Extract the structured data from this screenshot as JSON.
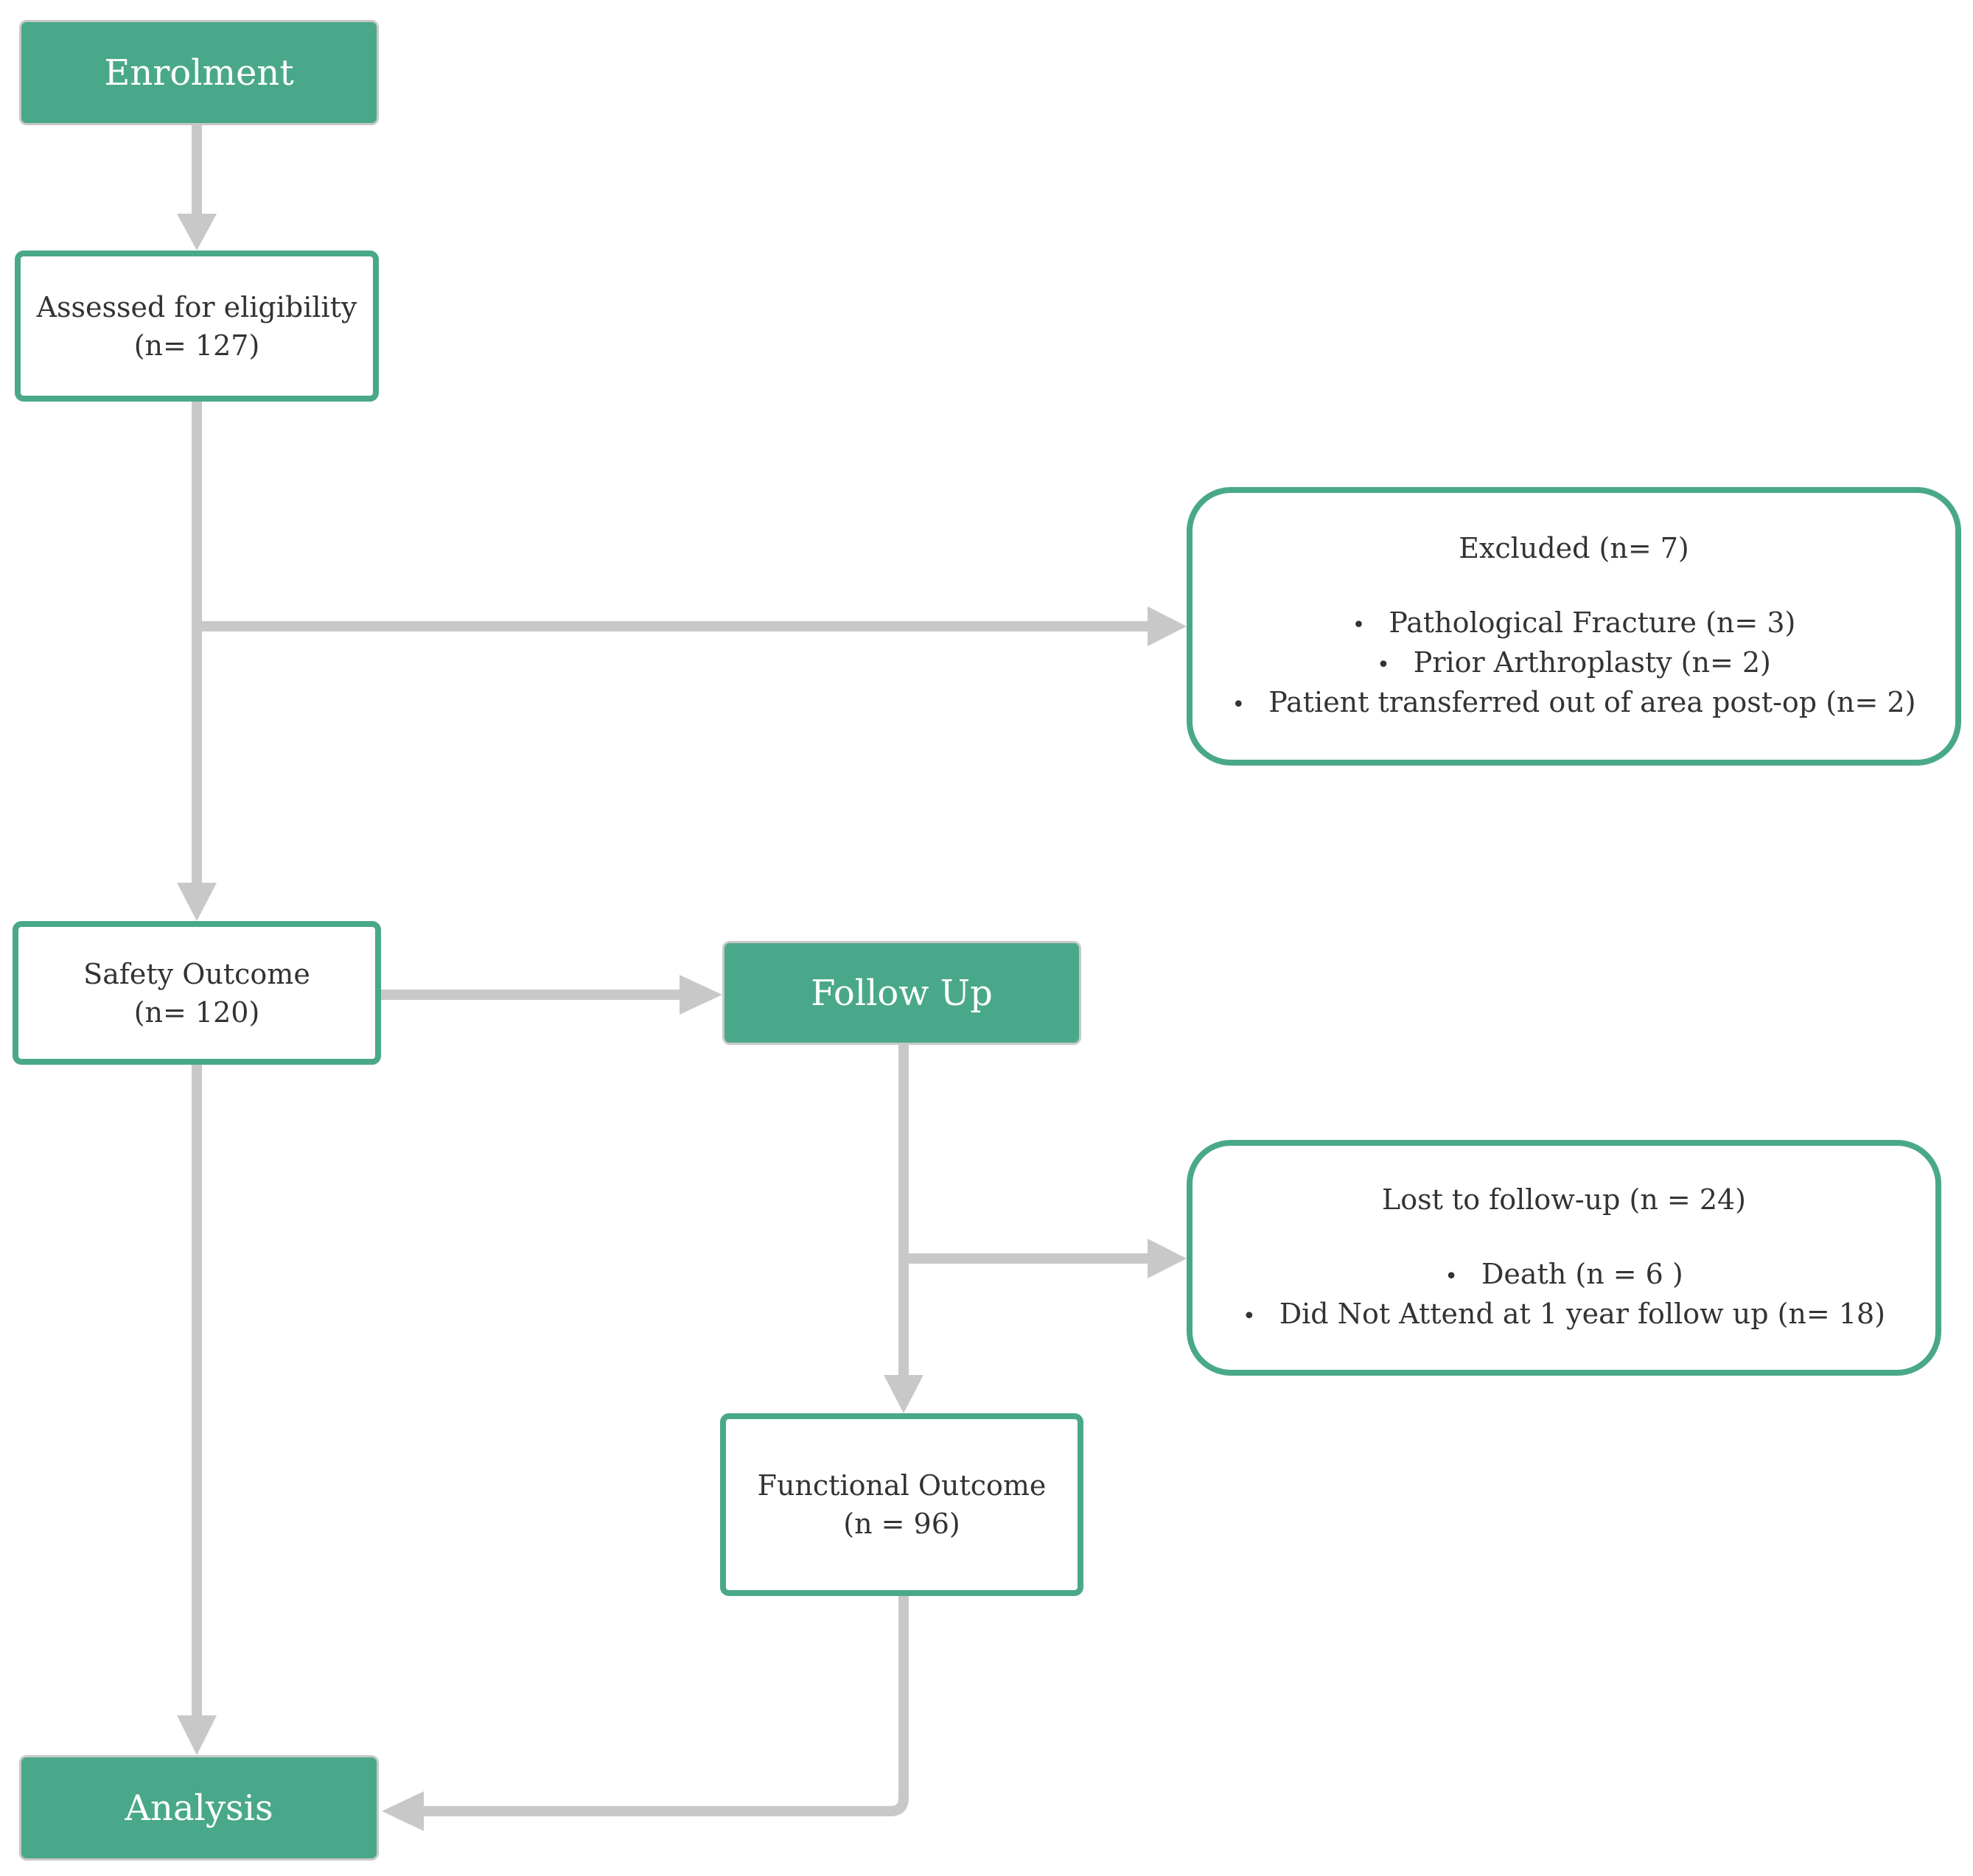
{
  "nodes": {
    "enrolment": {
      "label": "Enrolment"
    },
    "assessed": {
      "line1": "Assessed for eligibility",
      "line2": "(n= 127)"
    },
    "excluded": {
      "title": "Excluded  (n= 7)",
      "items": [
        "Pathological Fracture (n= 3)",
        "Prior Arthroplasty (n= 2)",
        "Patient transferred out of area post-op  (n= 2)"
      ]
    },
    "safety": {
      "line1": "Safety Outcome",
      "line2": "(n= 120)"
    },
    "follow_up": {
      "label": "Follow Up"
    },
    "lost": {
      "title": "Lost to follow-up (n = 24)",
      "items": [
        "Death (n = 6 )",
        "Did Not Attend at 1 year follow up (n= 18)"
      ]
    },
    "functional": {
      "line1": "Functional Outcome",
      "line2": "(n = 96)"
    },
    "analysis": {
      "label": "Analysis"
    }
  },
  "colors": {
    "accent": "#4aa88a",
    "connector": "#c8c8c8",
    "text": "#333333"
  }
}
